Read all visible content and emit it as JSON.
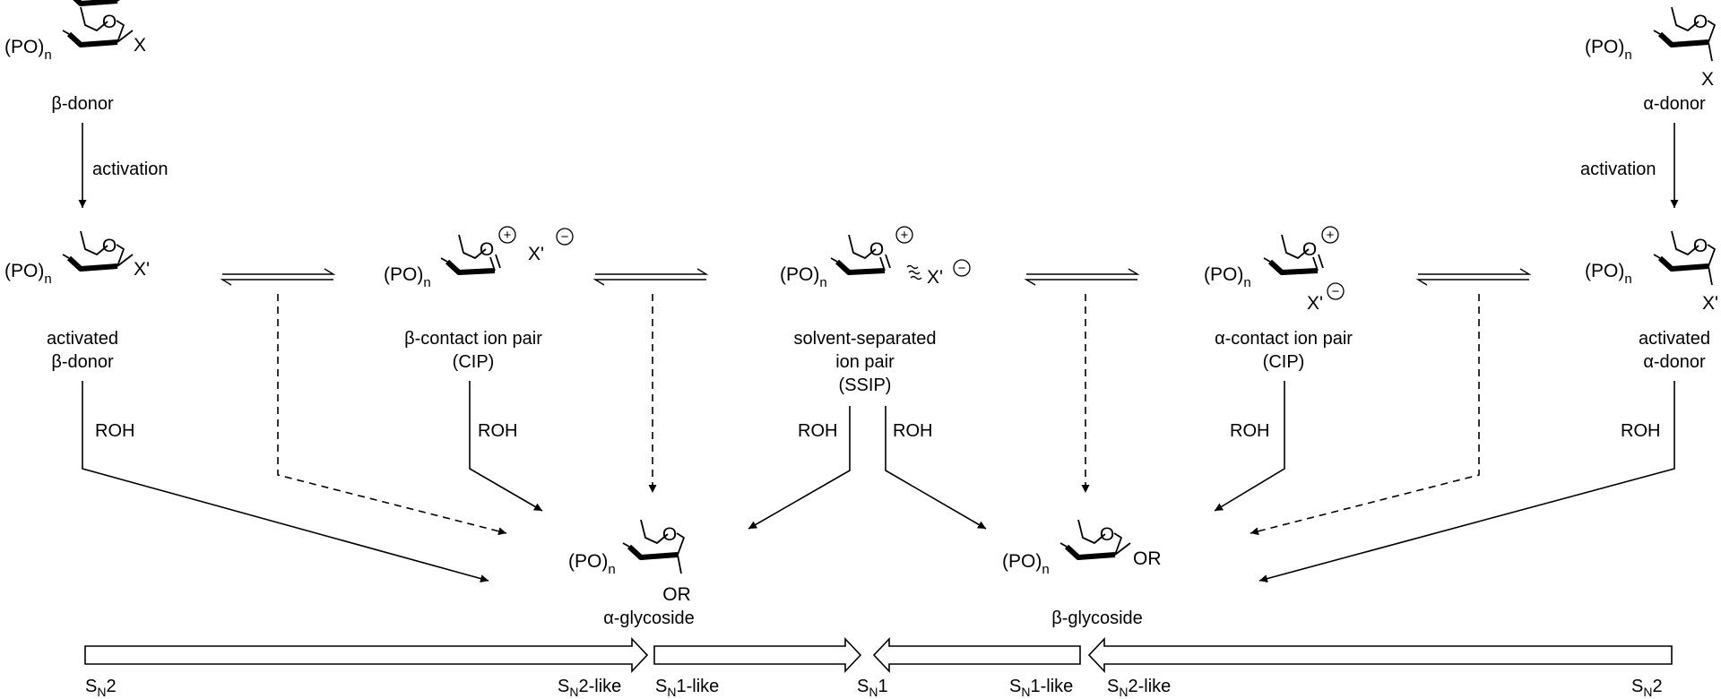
{
  "species": {
    "beta_donor": "β-donor",
    "alpha_donor": "α-donor",
    "activated_beta_donor": [
      "activated",
      "β-donor"
    ],
    "beta_cip": [
      "β-contact ion pair",
      "(CIP)"
    ],
    "ssip": [
      "solvent-separated",
      "ion pair",
      "(SSIP)"
    ],
    "alpha_cip": [
      "α-contact ion pair",
      "(CIP)"
    ],
    "activated_alpha_donor": [
      "activated",
      "α-donor"
    ],
    "alpha_glycoside": "α-glycoside",
    "beta_glycoside": "β-glycoside"
  },
  "arrows": {
    "activation": "activation",
    "nucleophile": "ROH"
  },
  "groups": {
    "protecting": "(PO)",
    "subscript_n": "n",
    "leaving": "X",
    "activated_leaving": "X'",
    "counterion": "X'",
    "aglycone": "OR",
    "plus": "+",
    "minus": "−"
  },
  "mechanism_scale": {
    "labels": [
      "S",
      "N",
      "2",
      "S",
      "N",
      "2-like",
      "S",
      "N",
      "1-like",
      "S",
      "N",
      "1",
      "S",
      "N",
      "1-like",
      "S",
      "N",
      "2-like",
      "S",
      "N",
      "2"
    ]
  }
}
